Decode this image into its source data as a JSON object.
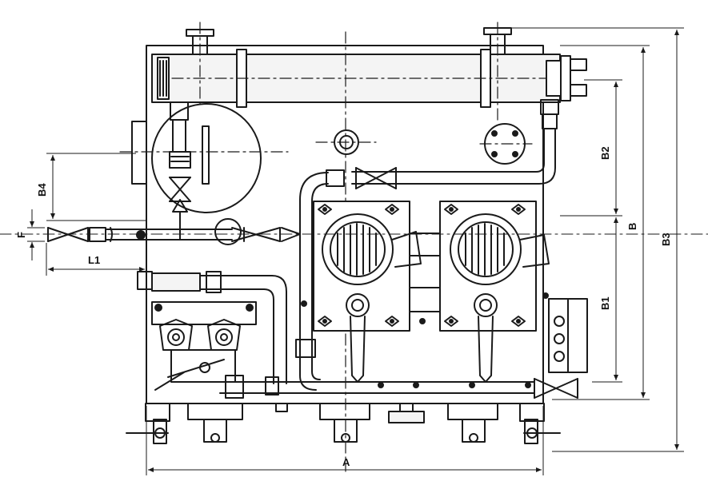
{
  "diagram": {
    "colors": {
      "line": "#1a1a1a",
      "fill": "#f4f4f4",
      "background": "#ffffff"
    },
    "dimension_labels": {
      "A": "A",
      "B": "B",
      "B1": "B1",
      "B2": "B2",
      "B3": "B3",
      "B4": "B4",
      "F": "F",
      "L1": "L1"
    }
  }
}
